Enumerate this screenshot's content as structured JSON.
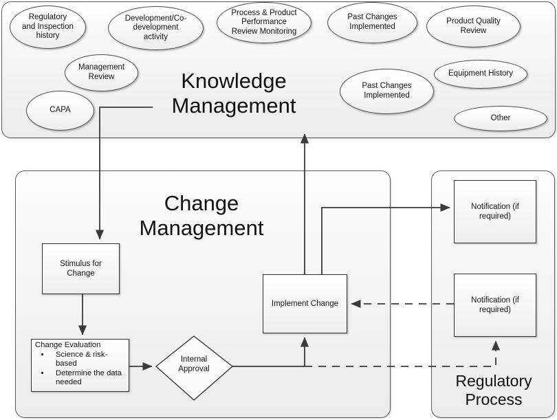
{
  "knowledge_management": {
    "title": "Knowledge\nManagement",
    "nodes": [
      {
        "name": "regulatory-inspection-history",
        "label": "Regulatory\nand Inspection\nhistory"
      },
      {
        "name": "development-co-development-activity",
        "label": "Development/Co-\ndevelopment\nactivity"
      },
      {
        "name": "process-product-performance-review-monitoring",
        "label": "Process & Product\nPerformance\nReview Monitoring"
      },
      {
        "name": "past-changes-implemented-top",
        "label": "Past Changes\nImplemented"
      },
      {
        "name": "product-quality-review",
        "label": "Product Quality\nReview"
      },
      {
        "name": "management-review",
        "label": "Management\nReview"
      },
      {
        "name": "equipment-history",
        "label": "Equipment History"
      },
      {
        "name": "capa",
        "label": "CAPA"
      },
      {
        "name": "past-changes-implemented-bottom",
        "label": "Past Changes\nImplemented"
      },
      {
        "name": "other",
        "label": "Other"
      }
    ]
  },
  "change_management": {
    "title": "Change\nManagement",
    "stimulus": "Stimulus for\nChange",
    "evaluation": {
      "heading": "Change Evaluation",
      "bullets": [
        "Science & risk-based",
        "Determine the data needed"
      ]
    },
    "approval": "Internal\nApproval",
    "implement": "Implement Change"
  },
  "regulatory_process": {
    "title": "Regulatory\nProcess",
    "notification_top": "Notification (if\nrequired)",
    "notification_bottom": "Notification (if\nrequired)"
  },
  "colors": {
    "panel_fill": "#f1f1f1",
    "panel_border": "#5a5a5a",
    "shape_border": "#2e2e2e",
    "connector": "#3a3a3a",
    "text": "#111111"
  },
  "connectors": [
    {
      "name": "km-to-stimulus",
      "style": "solid",
      "from": "knowledge-management",
      "to": "stimulus-for-change"
    },
    {
      "name": "stimulus-to-evaluation",
      "style": "solid",
      "from": "stimulus-for-change",
      "to": "change-evaluation"
    },
    {
      "name": "evaluation-to-approval",
      "style": "solid",
      "from": "change-evaluation",
      "to": "internal-approval"
    },
    {
      "name": "approval-to-implement",
      "style": "solid",
      "from": "internal-approval",
      "to": "implement-change"
    },
    {
      "name": "approval-to-regulatory-notification",
      "style": "dashed",
      "from": "internal-approval",
      "to": "notification-bottom"
    },
    {
      "name": "notification-bottom-to-implement",
      "style": "dashed",
      "from": "notification-bottom",
      "to": "implement-change"
    },
    {
      "name": "implement-to-notification-top",
      "style": "solid",
      "from": "implement-change",
      "to": "notification-top"
    },
    {
      "name": "implement-to-knowledge-management",
      "style": "solid",
      "from": "implement-change",
      "to": "knowledge-management"
    }
  ]
}
